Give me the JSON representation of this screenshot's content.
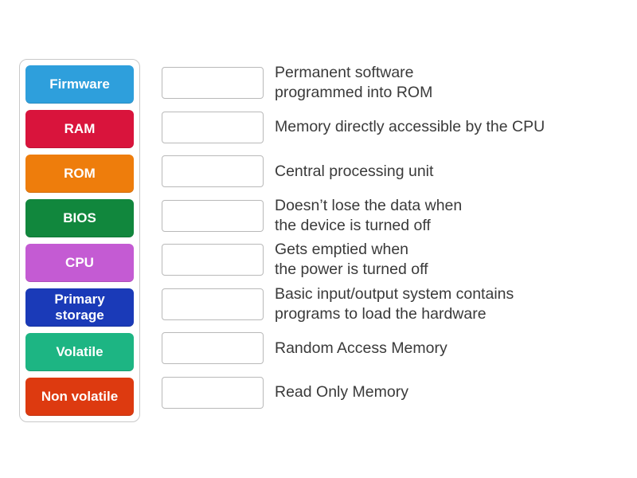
{
  "activity": {
    "type": "match-up"
  },
  "tiles": [
    {
      "label": "Firmware",
      "color": "#2e9fdc"
    },
    {
      "label": "RAM",
      "color": "#d9143c"
    },
    {
      "label": "ROM",
      "color": "#ee7d0c"
    },
    {
      "label": "BIOS",
      "color": "#11873d"
    },
    {
      "label": "CPU",
      "color": "#c45bd3"
    },
    {
      "label": "Primary storage",
      "color": "#1a3ab8"
    },
    {
      "label": "Volatile",
      "color": "#1db583"
    },
    {
      "label": "Non volatile",
      "color": "#dd3a10"
    }
  ],
  "definitions": [
    "Permanent software\nprogrammed into ROM",
    "Memory directly accessible by the CPU",
    "Central processing unit",
    "Doesn’t lose the data when\nthe device is turned off",
    "Gets emptied when\nthe power is turned off",
    "Basic input/output system contains\nprograms to load the hardware",
    "Random Access Memory",
    "Read Only Memory"
  ]
}
